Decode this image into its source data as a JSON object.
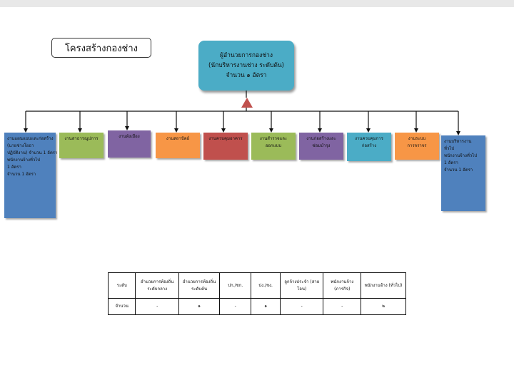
{
  "title": "โครงสร้างกองช่าง",
  "head": {
    "line1": "ผู้อำนวยการกองช่าง",
    "line2": "(นักบริหารงานช่าง ระดับต้น)",
    "line3": "จำนวน ๑ อัตรา"
  },
  "units": [
    {
      "lines": [
        "งานแผนแบบและก่อสร้าง",
        "(นายช่างโยธา",
        "ปฏิบัติงาน) จำนวน 1 อัตรา",
        "พนักงานจ้างทั่วไป",
        "1 อัตรา",
        "   จำนวน 1 อัตรา"
      ],
      "color": "#4f81bd"
    },
    {
      "lines": [
        "งานสาธารณูปการ"
      ],
      "color": "#9bbb59"
    },
    {
      "lines": [
        "งานผังเมือง"
      ],
      "color": "#8064a2"
    },
    {
      "lines": [
        "งานสถาปัตย์"
      ],
      "color": "#f79646"
    },
    {
      "lines": [
        "งานควบคุมอาคาร"
      ],
      "color": "#c0504d"
    },
    {
      "lines": [
        "งานสำรวจและ",
        "ออกแบบ"
      ],
      "color": "#9bbb59"
    },
    {
      "lines": [
        "งานก่อสร้างและ",
        "ซ่อมบำรุง"
      ],
      "color": "#8064a2"
    },
    {
      "lines": [
        "งานควบคุมการ",
        "ก่อสร้าง"
      ],
      "color": "#4bacc6"
    },
    {
      "lines": [
        "งานระบบ",
        "การจราจร"
      ],
      "color": "#f79646"
    },
    {
      "lines": [
        "งานบริหารงาน",
        "ทั่วไป",
        "พนักงานจ้างทั่วไป",
        "1 อัตรา",
        "   จำนวน 1 อัตรา"
      ],
      "color": "#4f81bd"
    }
  ],
  "table": {
    "headers": [
      "ระดับ",
      "อำนวยการท้องถิ่น ระดับกลาง",
      "อำนวยการท้องถิ่น ระดับต้น",
      "ปก./ชก.",
      "ปง./ชง.",
      "ลูกจ้างประจำ (สายโอน)",
      "พนักงานจ้าง (ภารกิจ)",
      "พนักงานจ้าง (ทั่วไป)"
    ],
    "row_label": "จำนวน",
    "values": [
      "-",
      "๑",
      "-",
      "๑",
      "-",
      "-",
      "๒"
    ]
  },
  "colors": {
    "head": "#4bacc6",
    "connector": "#111111",
    "triangle": "#c0504d"
  }
}
